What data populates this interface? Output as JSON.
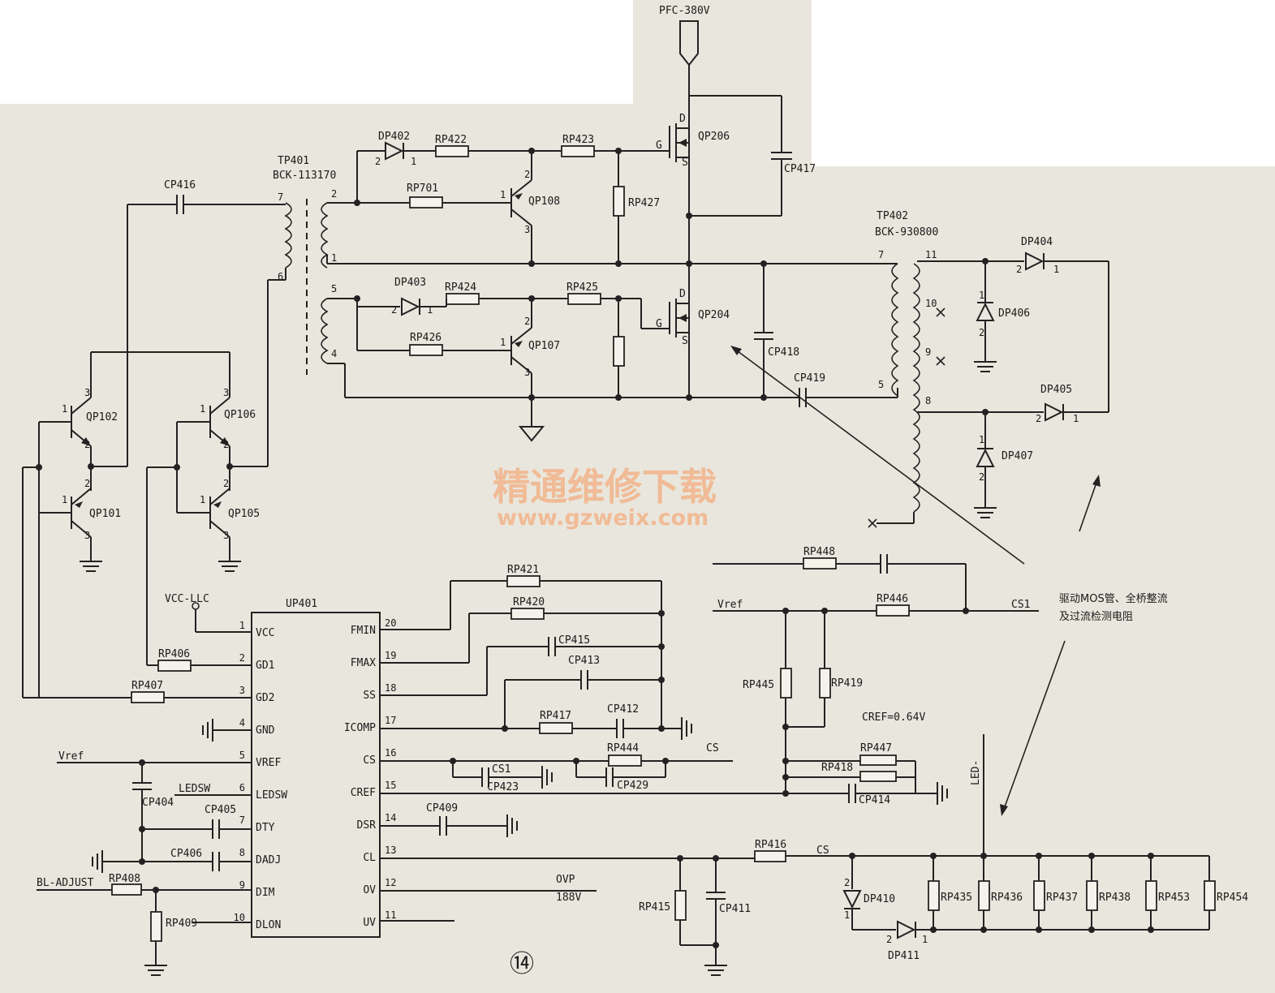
{
  "labels": {
    "pfc": "PFC-380V",
    "tp401": "TP401",
    "tp401_part": "BCK-113170",
    "tp402": "TP402",
    "tp402_part": "BCK-930800",
    "up401": "UP401",
    "vcc_llc": "VCC-LLC",
    "vref_left": "Vref",
    "vref_right": "Vref",
    "ledsw": "LEDSW",
    "bl_adjust": "BL-ADJUST",
    "ovp": "OVP",
    "ovp_v": "188V",
    "cs_net": "CS",
    "cs_net2": "CS",
    "cs1_net": "CS1",
    "cref_val": "CREF=0.64V",
    "led_minus": "LED-",
    "page_num": "⑭"
  },
  "annotation": {
    "line1": "驱动MOS管、全桥整流",
    "line2": "及过流检测电阻"
  },
  "watermark": {
    "cn": "精通维修下载",
    "url": "www.gzweix.com"
  },
  "components": {
    "dp402": "DP402",
    "rp422": "RP422",
    "rp423": "RP423",
    "qp206": "QP206",
    "cp417": "CP417",
    "rp701": "RP701",
    "qp108": "QP108",
    "rp427": "RP427",
    "cp416": "CP416",
    "dp403": "DP403",
    "rp424": "RP424",
    "rp425": "RP425",
    "qp204": "QP204",
    "rp426": "RP426",
    "qp107": "QP107",
    "cp418": "CP418",
    "cp419": "CP419",
    "dp404": "DP404",
    "dp406": "DP406",
    "dp405": "DP405",
    "dp407": "DP407",
    "qp102": "QP102",
    "qp101": "QP101",
    "qp106": "QP106",
    "qp105": "QP105",
    "rp421": "RP421",
    "rp420": "RP420",
    "cp415": "CP415",
    "cp413": "CP413",
    "rp417": "RP417",
    "cp412": "CP412",
    "rp444": "RP444",
    "cs1": "CS1",
    "cp423": "CP423",
    "cp429": "CP429",
    "cp409": "CP409",
    "rp406": "RP406",
    "rp407": "RP407",
    "cp404": "CP404",
    "cp405": "CP405",
    "cp406": "CP406",
    "rp408": "RP408",
    "rp409": "RP409",
    "rp448": "RP448",
    "rp446": "RP446",
    "rp445": "RP445",
    "rp419": "RP419",
    "rp447": "RP447",
    "rp418": "RP418",
    "cp414": "CP414",
    "rp416": "RP416",
    "rp415": "RP415",
    "cp411": "CP411",
    "dp410": "DP410",
    "dp411": "DP411",
    "rp435": "RP435",
    "rp436": "RP436",
    "rp437": "RP437",
    "rp438": "RP438",
    "rp453": "RP453",
    "rp454": "RP454"
  },
  "mos_pins": {
    "d": "D",
    "g": "G",
    "s": "S"
  },
  "pin_numbers": {
    "n1": "1",
    "n2": "2",
    "n3": "3",
    "n4": "4",
    "n5": "5",
    "n6": "6",
    "n7": "7",
    "n8": "8",
    "n9": "9",
    "n10": "10",
    "n11": "11"
  },
  "ic_pins_left": [
    {
      "num": "1",
      "name": "VCC"
    },
    {
      "num": "2",
      "name": "GD1"
    },
    {
      "num": "3",
      "name": "GD2"
    },
    {
      "num": "4",
      "name": "GND"
    },
    {
      "num": "5",
      "name": "VREF"
    },
    {
      "num": "6",
      "name": "LEDSW"
    },
    {
      "num": "7",
      "name": "DTY"
    },
    {
      "num": "8",
      "name": "DADJ"
    },
    {
      "num": "9",
      "name": "DIM"
    },
    {
      "num": "10",
      "name": "DLON"
    }
  ],
  "ic_pins_right": [
    {
      "num": "20",
      "name": "FMIN"
    },
    {
      "num": "19",
      "name": "FMAX"
    },
    {
      "num": "18",
      "name": "SS"
    },
    {
      "num": "17",
      "name": "ICOMP"
    },
    {
      "num": "16",
      "name": "CS"
    },
    {
      "num": "15",
      "name": "CREF"
    },
    {
      "num": "14",
      "name": "DSR"
    },
    {
      "num": "13",
      "name": "CL"
    },
    {
      "num": "12",
      "name": "OV"
    },
    {
      "num": "11",
      "name": "UV"
    }
  ]
}
